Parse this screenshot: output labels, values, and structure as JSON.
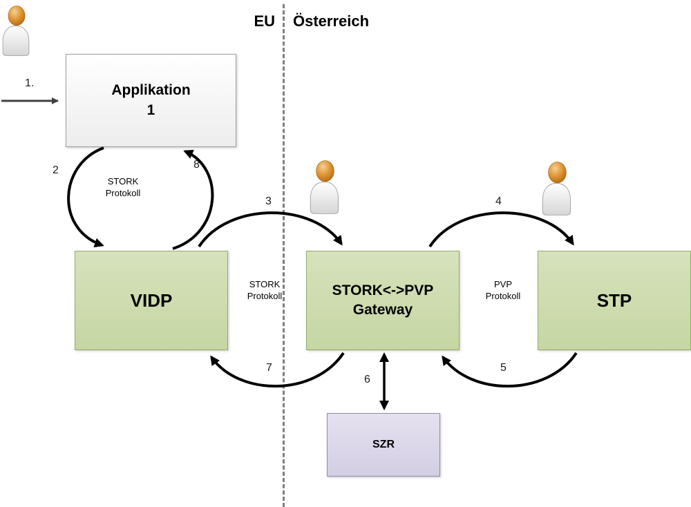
{
  "regions": {
    "eu": "EU",
    "austria": "Österreich"
  },
  "nodes": {
    "applikation": {
      "line1": "Applikation",
      "line2": "1"
    },
    "vidp": {
      "label": "VIDP"
    },
    "gateway": {
      "line1": "STORK<->PVP",
      "line2": "Gateway"
    },
    "stp": {
      "label": "STP"
    },
    "szr": {
      "label": "SZR"
    }
  },
  "steps": {
    "s1": "1.",
    "s2": "2",
    "s3": "3",
    "s4": "4",
    "s5": "5",
    "s6": "6",
    "s7": "7",
    "s8": "8"
  },
  "protocols": {
    "stork_upper": {
      "line1": "STORK",
      "line2": "Protokoll"
    },
    "stork_mid": {
      "line1": "STORK",
      "line2": "Protokoll"
    },
    "pvp": {
      "line1": "PVP",
      "line2": "Protokoll"
    }
  },
  "icons": {
    "user_left": "person-icon",
    "user_gateway": "person-icon",
    "user_stp": "person-icon"
  },
  "colors": {
    "node_green": "#ccd8a9",
    "node_green_border": "#93ab6c",
    "node_gray": "#f4f4f4",
    "node_gray_border": "#9c9c9c",
    "node_purple": "#dcd7ea",
    "node_purple_border": "#8f8bac",
    "arrow": "#000000",
    "divider": "#7f7f7f",
    "person_head": "#d88f2f"
  }
}
